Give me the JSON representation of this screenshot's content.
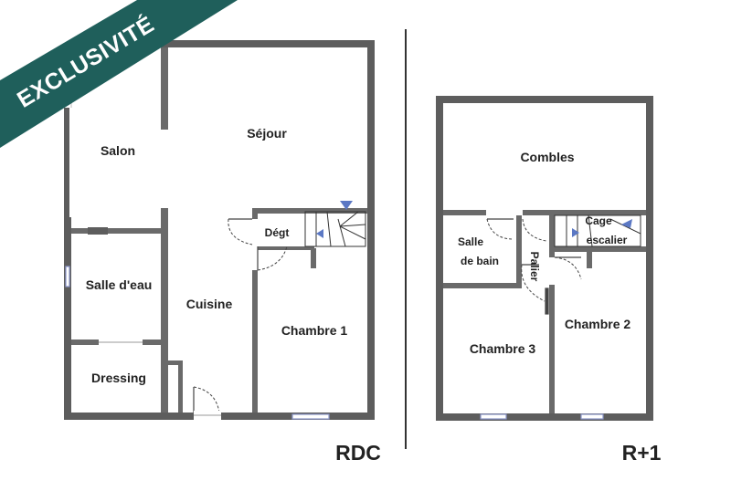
{
  "banner": {
    "label": "EXCLUSIVITÉ",
    "color": "#1f5f5b"
  },
  "levels": {
    "ground": "RDC",
    "upper": "R+1"
  },
  "rooms": {
    "salon": "Salon",
    "sejour": "Séjour",
    "degt": "Dégt",
    "salle_eau": "Salle d'eau",
    "cuisine": "Cuisine",
    "chambre1": "Chambre 1",
    "dressing": "Dressing",
    "combles": "Combles",
    "salle_bain_1": "Salle",
    "salle_bain_2": "de bain",
    "cage_1": "Cage",
    "cage_2": "escalier",
    "palier": "Palier",
    "chambre2": "Chambre 2",
    "chambre3": "Chambre 3"
  },
  "colors": {
    "wall": "#5d5d5d",
    "window": "#8a95c9",
    "stair_arrow": "#5b78c4"
  }
}
